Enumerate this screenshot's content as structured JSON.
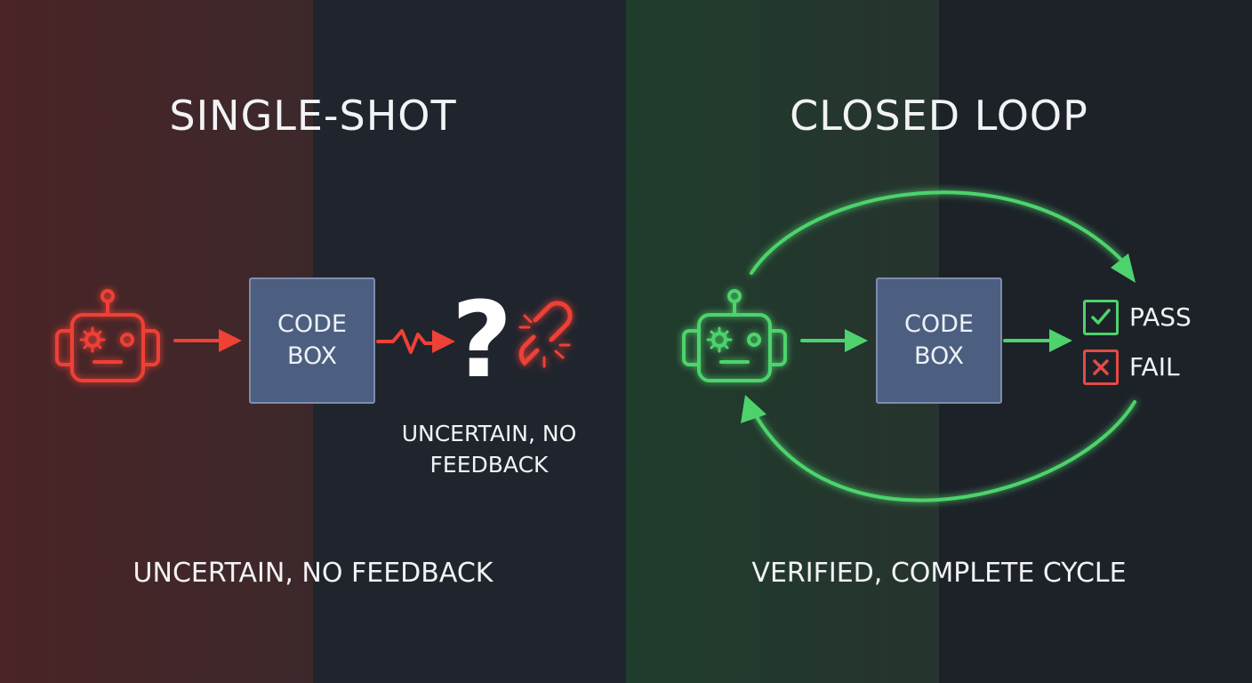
{
  "left_panel": {
    "title": "SINGLE-SHOT",
    "code_box": {
      "line1": "CODE",
      "line2": "BOX"
    },
    "question_mark": "?",
    "note": "UNCERTAIN, NO FEEDBACK",
    "caption": "UNCERTAIN, NO FEEDBACK",
    "icons": [
      "robot-icon",
      "arrow-right-icon",
      "zigzag-arrow-icon",
      "question-mark-icon",
      "broken-link-icon"
    ]
  },
  "right_panel": {
    "title": "CLOSED LOOP",
    "code_box": {
      "line1": "CODE",
      "line2": "BOX"
    },
    "results": {
      "pass": "PASS",
      "fail": "FAIL"
    },
    "caption": "VERIFIED, COMPLETE CYCLE",
    "icons": [
      "robot-icon",
      "arrow-right-icon",
      "check-icon",
      "cross-icon",
      "loop-arrow-icon"
    ]
  },
  "colors": {
    "failure_red": "#ef4136",
    "success_green": "#4ed36c",
    "code_box_fill": "#4c5f80",
    "text": "#f2f3f5"
  }
}
